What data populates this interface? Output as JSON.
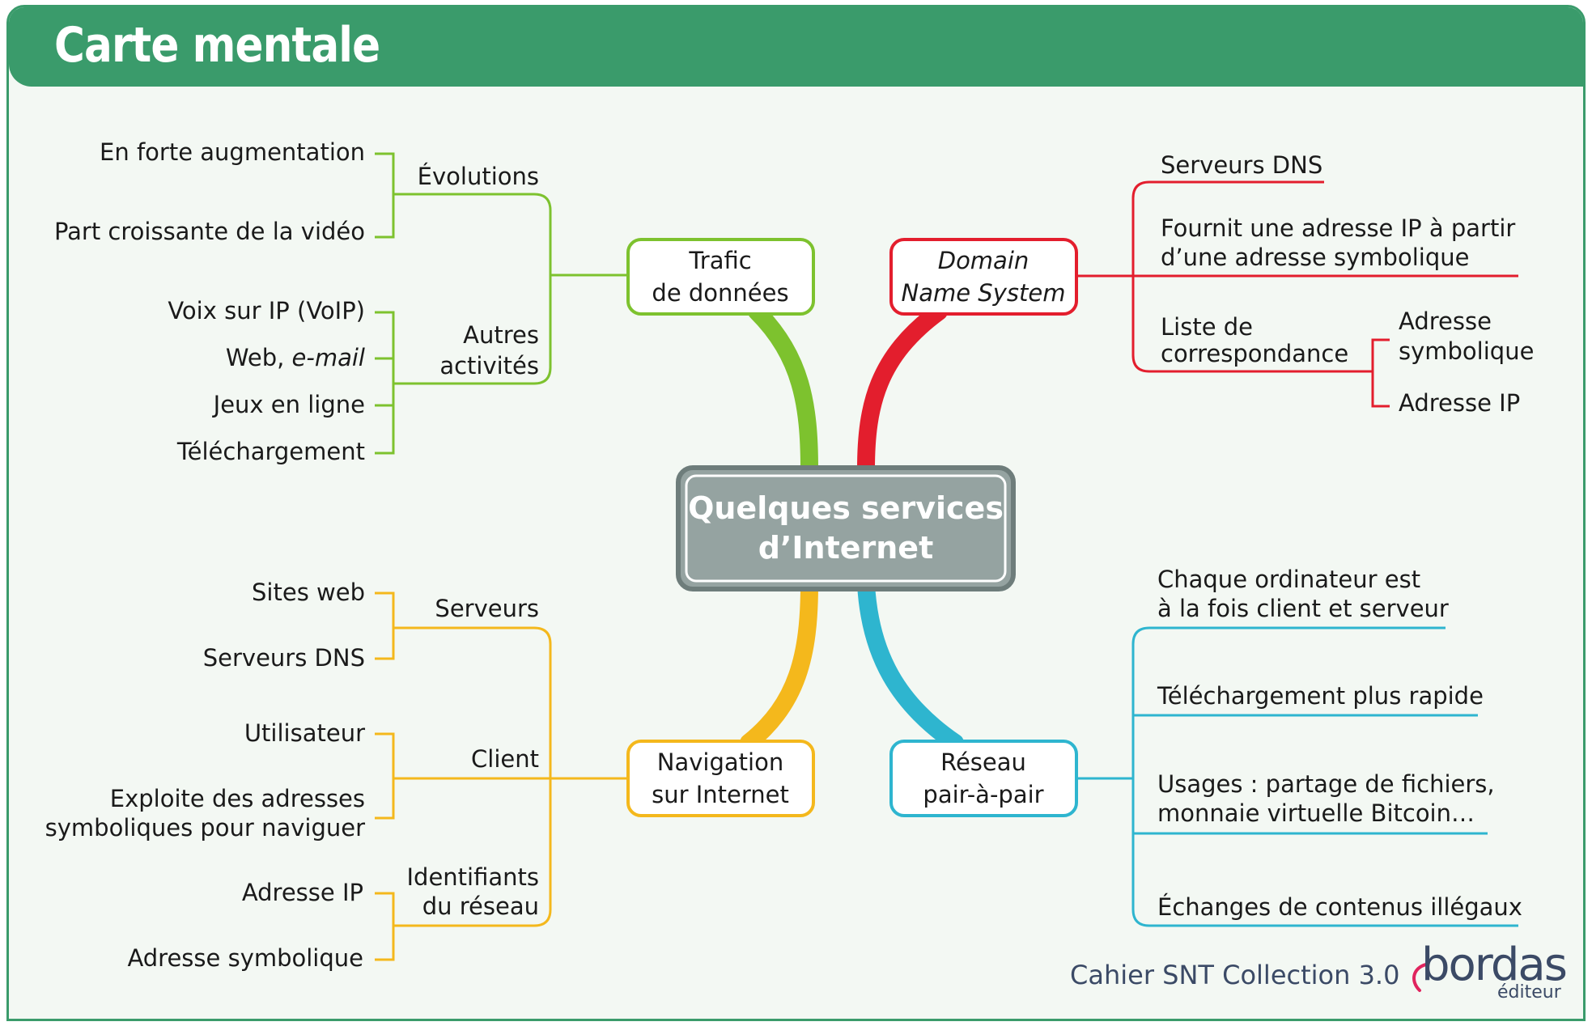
{
  "header": {
    "title": "Carte mentale"
  },
  "center": {
    "line1": "Quelques services",
    "line2": "d’Internet"
  },
  "branches": {
    "trafic": {
      "title_line1": "Trafic",
      "title_line2": "de données",
      "color": "#7dc22e",
      "groups": [
        {
          "label": "Évolutions",
          "leaves": [
            "En forte augmentation",
            "Part croissante de la vidéo"
          ]
        },
        {
          "label_line1": "Autres",
          "label_line2": "activités",
          "leaves": [
            "Voix sur IP (VoIP)",
            "Web, ",
            "Jeux en ligne",
            "Téléchargement"
          ],
          "web_italic": "e-mail"
        }
      ]
    },
    "dns": {
      "title_line1": "Domain",
      "title_line2": "Name System",
      "color": "#e31e2d",
      "items": [
        {
          "line1": "Serveurs DNS"
        },
        {
          "line1": "Fournit une adresse IP à partir",
          "line2": "d’une adresse symbolique"
        },
        {
          "line1": "Liste de",
          "line2": "correspondance",
          "sub": [
            "Adresse",
            "symbolique",
            "Adresse IP"
          ]
        }
      ]
    },
    "navigation": {
      "title_line1": "Navigation",
      "title_line2": "sur Internet",
      "color": "#f4b81c",
      "groups": [
        {
          "label": "Serveurs",
          "leaves": [
            "Sites web",
            "Serveurs DNS"
          ]
        },
        {
          "label": "Client",
          "leaves": [
            "Utilisateur",
            "Exploite des adresses",
            "symboliques pour naviguer"
          ]
        },
        {
          "label_line1": "Identifiants",
          "label_line2": "du réseau",
          "leaves": [
            "Adresse IP",
            "Adresse symbolique"
          ]
        }
      ]
    },
    "p2p": {
      "title_line1": "Réseau",
      "title_line2": "pair-à-pair",
      "color": "#2eb5cf",
      "items": [
        {
          "line1": "Chaque ordinateur est",
          "line2": "à la fois client et serveur"
        },
        {
          "line1": "Téléchargement plus rapide"
        },
        {
          "line1": "Usages : partage de fichiers,",
          "line2": "monnaie virtuelle Bitcoin…"
        },
        {
          "line1": "Échanges de contenus illégaux"
        }
      ]
    }
  },
  "footer": {
    "text": "Cahier SNT Collection 3.0",
    "logo_word": "bordas",
    "logo_sub": "éditeur"
  },
  "colors": {
    "header": "#3a9b6b",
    "center_fill": "#95a3a1",
    "center_border": "#6e7d7b",
    "background": "#f3f8f3"
  }
}
